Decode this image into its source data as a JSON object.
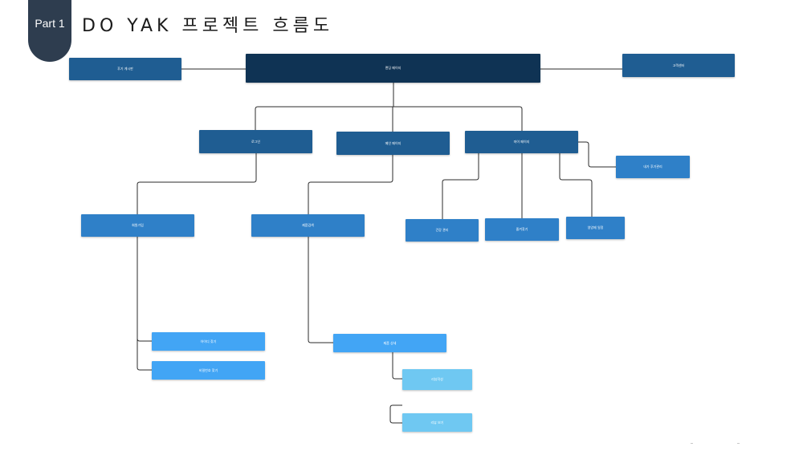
{
  "header": {
    "part_label": "Part 1",
    "title": "DO YAK 프로젝트 흐름도"
  },
  "diagram": {
    "nodes": {
      "root": "랜딩 페이지",
      "review_board": "후기 게시판",
      "customer_center": "고객센터",
      "login": "로그인",
      "main_page": "메인 페이지",
      "my_page": "마이 페이지",
      "my_reviews": "내가 후기관리",
      "signup": "회원가입",
      "product_search": "제품검색",
      "health_management": "건강 관리",
      "favorites": "즐겨찾기",
      "supplement_schedule": "영양제 일정",
      "id_find": "아이디 찾기",
      "password_find": "비밀번호 찾기",
      "product_detail": "제품 상세",
      "review_write": "리뷰작성",
      "review_view": "리뷰 보기"
    }
  }
}
